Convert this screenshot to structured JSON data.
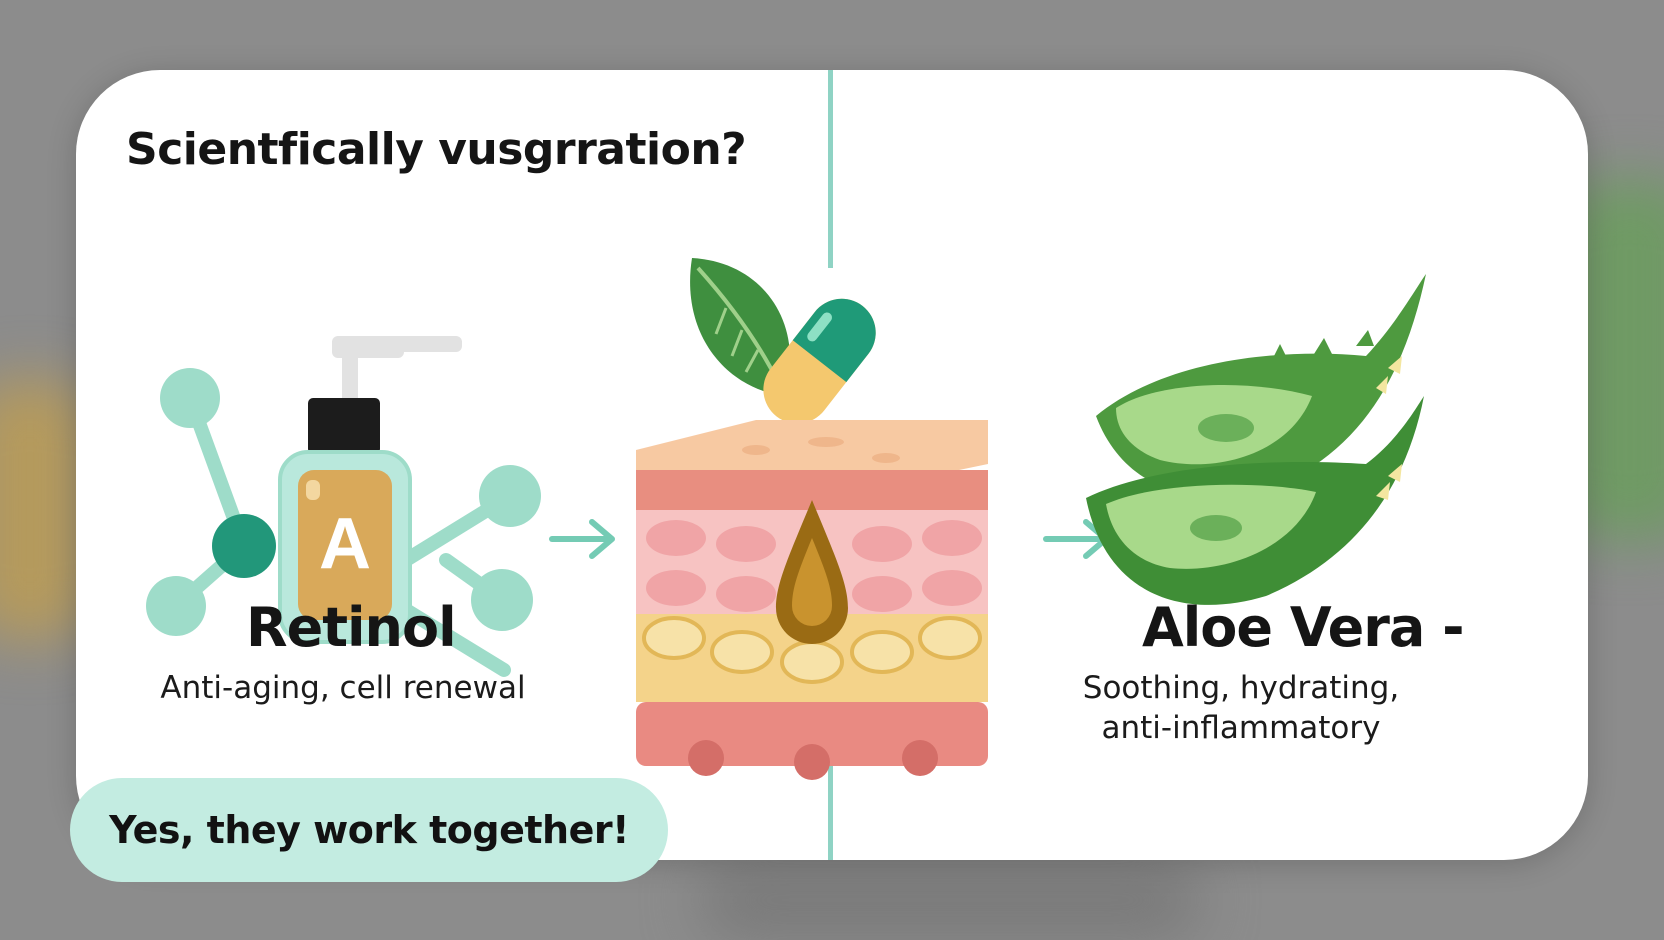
{
  "title": "Scientfically vusgrration?",
  "retinol": {
    "name": "Retinol",
    "description": "Anti-aging, cell renewal",
    "bottle_letter": "A",
    "icon": "retinol-serum-bottle-icon"
  },
  "aloe": {
    "name": "Aloe Vera -",
    "description_line1": "Soothing, hydrating,",
    "description_line2": "anti-inflammatory",
    "icon": "aloe-vera-leaves-icon"
  },
  "skin_icon": "skin-layers-cross-section-icon",
  "conclusion": "Yes, they work together!",
  "colors": {
    "accent_mint": "#8fd3c4",
    "pill_bg": "#c3ece1",
    "molecule_dark": "#22977a",
    "aloe_green": "#4e9a3f",
    "bottle_amber": "#d9a95a"
  }
}
